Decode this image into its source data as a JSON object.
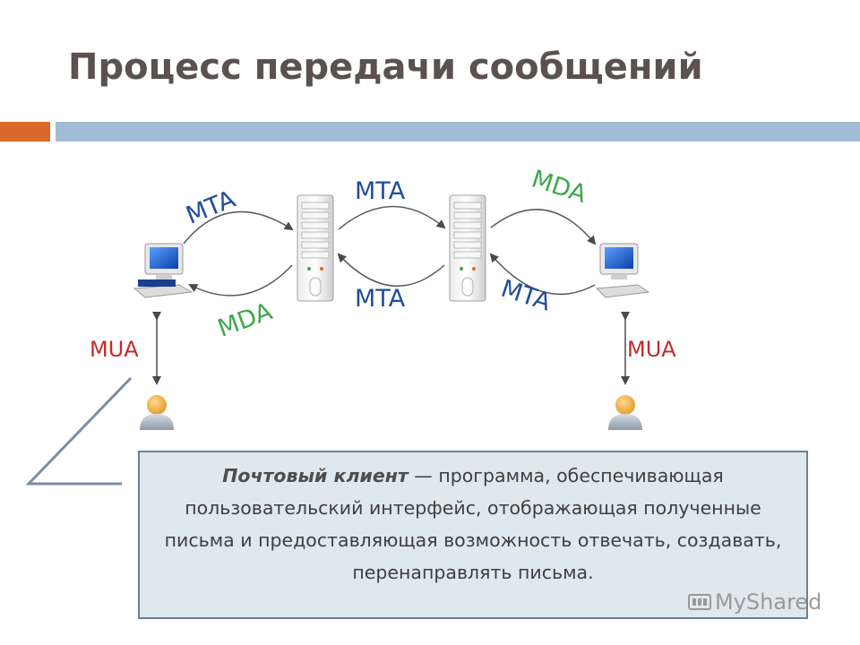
{
  "slide": {
    "title": "Процесс передачи сообщений"
  },
  "diagram": {
    "labels": {
      "mta_left_top": "MTA",
      "mda_left_bottom": "MDA",
      "mta_middle_top": "MTA",
      "mta_middle_bottom": "MTA",
      "mda_right_top": "MDA",
      "mta_right_bottom": "MTA",
      "mua_left": "MUA",
      "mua_right": "MUA"
    },
    "colors": {
      "mta": "#1f4e9c",
      "mda": "#3fa84a",
      "mua": "#c42a2a",
      "arrow": "#5a5a5a",
      "pointer": "#7a8ea5"
    }
  },
  "callout": {
    "term": "Почтовый клиент",
    "definition": " — программа, обеспечивающая пользовательский интерфейс, отображающая полученные письма и предоставляющая возможность отвечать, создавать, перенаправлять письма."
  },
  "watermark": {
    "text": "MyShared",
    "icon": "myshared-logo-icon"
  }
}
